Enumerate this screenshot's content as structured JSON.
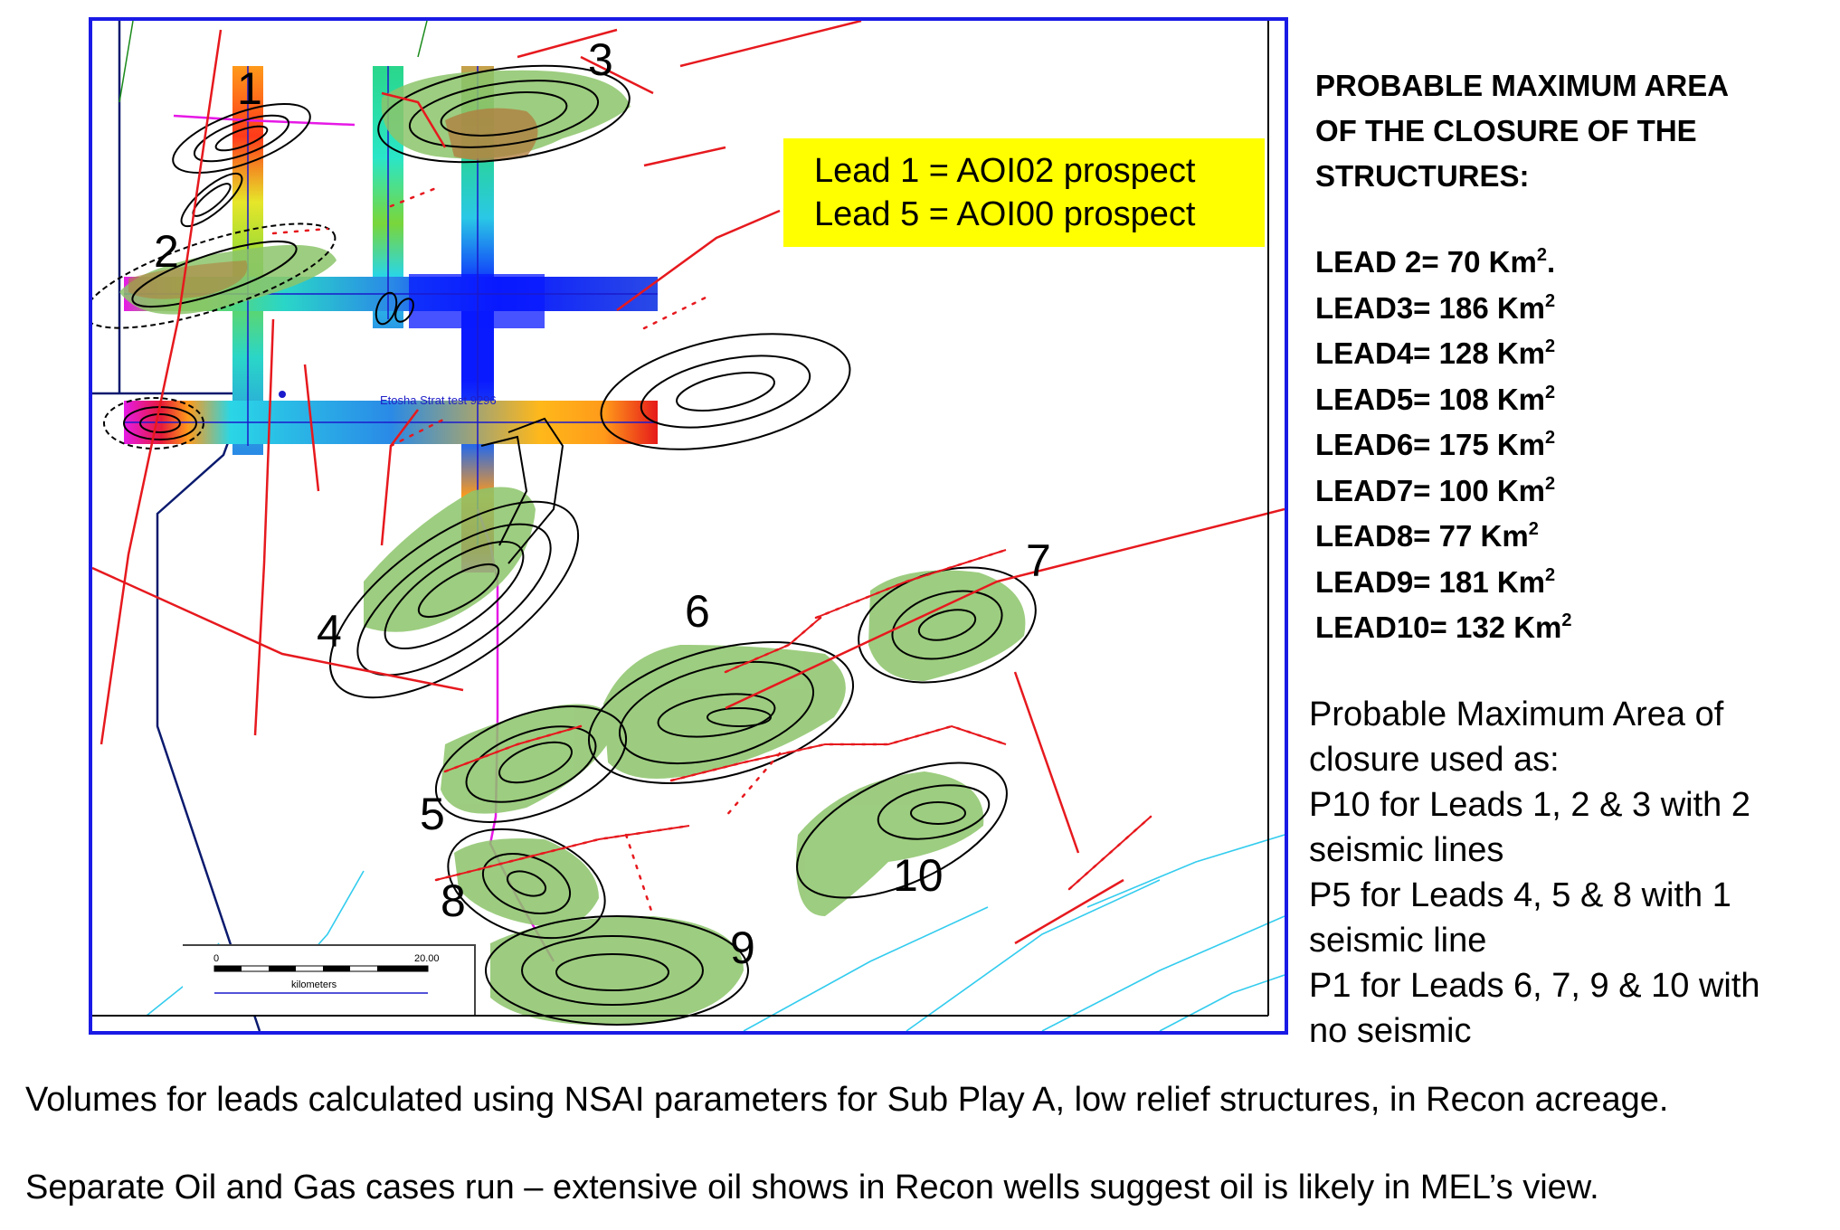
{
  "map": {
    "lead_labels": [
      "1",
      "2",
      "3",
      "4",
      "5",
      "6",
      "7",
      "8",
      "9",
      "10"
    ],
    "callout": {
      "line1": "Lead 1 = AOI02 prospect",
      "line2": "Lead 5 = AOI00 prospect",
      "color": "#ffff00"
    },
    "well_label": "Etosha Strat test 9296",
    "scale_bar": {
      "zero": "0",
      "max": "20.00",
      "units": "kilometers"
    },
    "colors": {
      "frame": "#1a1ae6",
      "lead_fill": "#8cc46a",
      "fault": "#e6191e",
      "contour": "#000000",
      "block_boundary": "#0a1a6e",
      "well_track": "#e619e6",
      "river": "#33ccee"
    }
  },
  "area_panel": {
    "heading": [
      "PROBABLE MAXIMUM AREA",
      "OF THE CLOSURE OF THE",
      "STRUCTURES:"
    ],
    "leads": [
      {
        "label": "LEAD 2= 70 Km",
        "sup": "2",
        "suffix": "."
      },
      {
        "label": "LEAD3= 186 Km",
        "sup": "2",
        "suffix": ""
      },
      {
        "label": "LEAD4= 128 Km",
        "sup": "2",
        "suffix": ""
      },
      {
        "label": "LEAD5= 108 Km",
        "sup": "2",
        "suffix": ""
      },
      {
        "label": "LEAD6= 175 Km",
        "sup": "2",
        "suffix": ""
      },
      {
        "label": "LEAD7= 100 Km",
        "sup": "2",
        "suffix": ""
      },
      {
        "label": "LEAD8= 77 Km",
        "sup": "2",
        "suffix": ""
      },
      {
        "label": "LEAD9= 181 Km",
        "sup": "2",
        "suffix": ""
      },
      {
        "label": "LEAD10= 132 Km",
        "sup": "2",
        "suffix": ""
      }
    ]
  },
  "usage_panel": {
    "lines": [
      "Probable Maximum Area of",
      "closure used as:",
      "P10 for Leads 1, 2 & 3 with 2",
      "seismic lines",
      "P5 for Leads 4, 5 & 8 with 1",
      "seismic line",
      "P1 for Leads 6, 7, 9 & 10 with",
      "no seismic"
    ]
  },
  "notes": {
    "volumes": "Volumes for leads calculated using NSAI parameters for Sub Play A, low relief structures, in Recon acreage.",
    "cases": "Separate Oil and Gas cases run – extensive oil shows in Recon wells suggest oil is likely in MEL’s view."
  }
}
